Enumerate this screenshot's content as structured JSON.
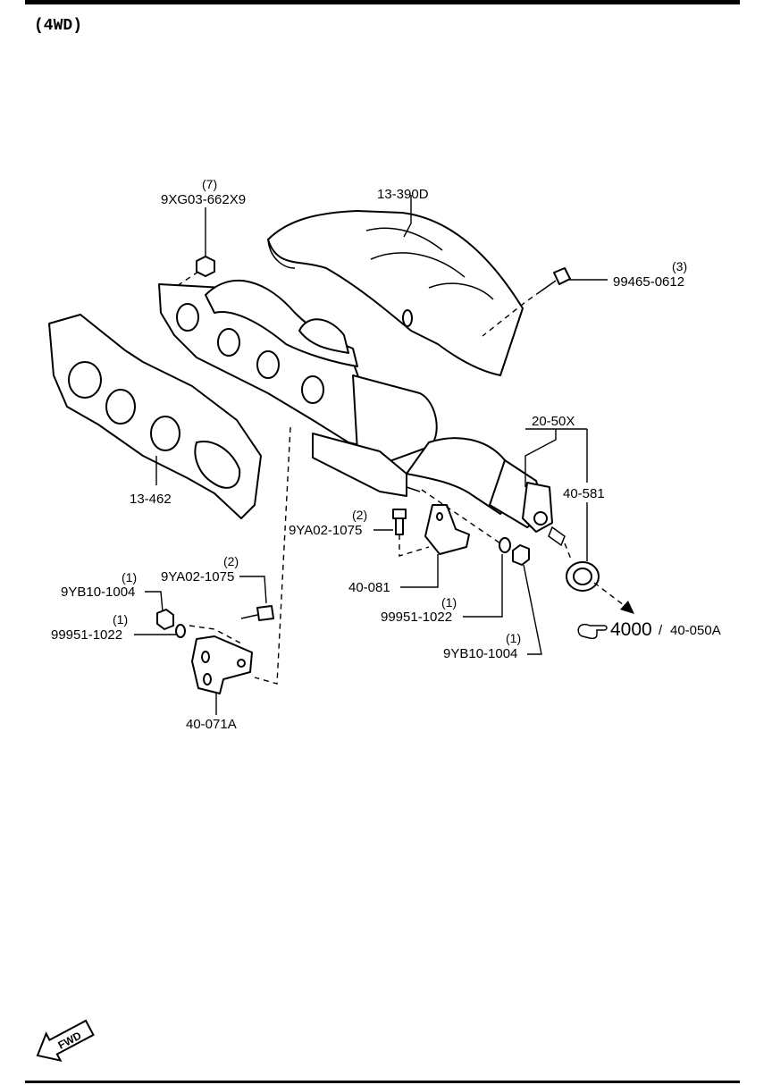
{
  "header": {
    "variant": "(4WD)"
  },
  "parts": [
    {
      "id": "heat-insulator",
      "number": "13-390D",
      "qty": ""
    },
    {
      "id": "manifold-nut",
      "number": "9XG03-662X9",
      "qty": "(7)"
    },
    {
      "id": "insulator-bolt",
      "number": "99465-0612",
      "qty": "(3)"
    },
    {
      "id": "exhaust-manifold",
      "number": "20-50X",
      "qty": ""
    },
    {
      "id": "pipe-gasket",
      "number": "40-581",
      "qty": ""
    },
    {
      "id": "manifold-gasket",
      "number": "13-462",
      "qty": ""
    },
    {
      "id": "bracket-bolt-right",
      "number": "9YA02-1075",
      "qty": "(2)"
    },
    {
      "id": "bracket-right",
      "number": "40-081",
      "qty": ""
    },
    {
      "id": "washer-right",
      "number": "99951-1022",
      "qty": "(1)"
    },
    {
      "id": "nut-right",
      "number": "9YB10-1004",
      "qty": "(1)"
    },
    {
      "id": "bracket-bolt-left",
      "number": "9YA02-1075",
      "qty": "(2)"
    },
    {
      "id": "nut-left",
      "number": "9YB10-1004",
      "qty": "(1)"
    },
    {
      "id": "washer-left",
      "number": "99951-1022",
      "qty": "(1)"
    },
    {
      "id": "bracket-left",
      "number": "40-071A",
      "qty": ""
    }
  ],
  "reference": {
    "group": "4000",
    "separator": "/",
    "part": "40-050A",
    "icon": "pointing-hand-icon"
  },
  "fwd_indicator": {
    "label": "FWD",
    "icon": "fwd-arrow-icon"
  }
}
